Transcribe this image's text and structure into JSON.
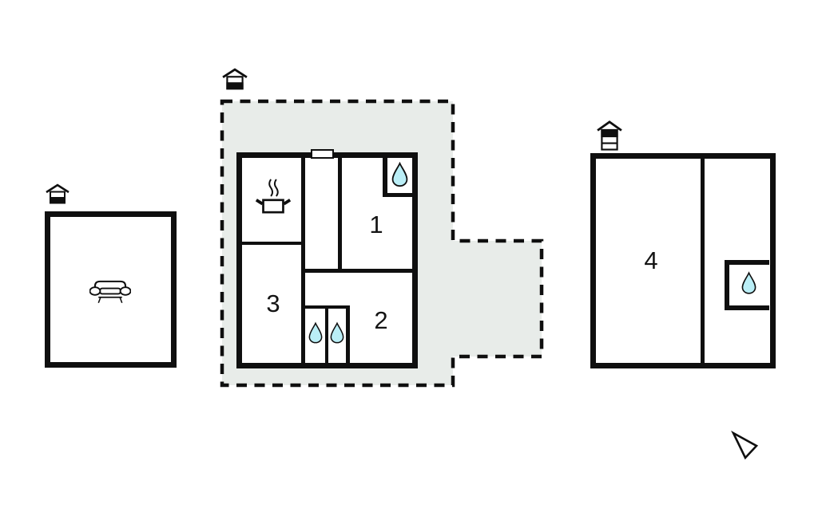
{
  "floorplan": {
    "type": "holiday-home floor plan",
    "main_building": {
      "icon": "house-icon",
      "terrace": {
        "outline": "dashed",
        "fill": "#e8ece9"
      },
      "entrance_door_marker": true,
      "rooms": [
        {
          "label": "1",
          "features": [
            "water-drop"
          ]
        },
        {
          "label": "2",
          "features": [
            "water-drop",
            "water-drop"
          ]
        },
        {
          "label": "3",
          "features": []
        },
        {
          "label": "",
          "name": "kitchen",
          "features": [
            "cooking-pot"
          ]
        }
      ]
    },
    "left_annex": {
      "icon": "house-icon",
      "rooms": [
        {
          "label": "",
          "name": "lounge",
          "features": [
            "sofa"
          ]
        }
      ]
    },
    "right_annex": {
      "icon": "house-tall-icon",
      "rooms": [
        {
          "label": "4",
          "features": []
        },
        {
          "label": "",
          "name": "side-room",
          "features": [
            "water-drop"
          ]
        }
      ]
    },
    "compass": {
      "icon": "direction-arrow"
    }
  },
  "colors": {
    "wall": "#0f0f0f",
    "terrace_fill": "#e8ece9",
    "water_drop_fill": "#baeef6",
    "background": "#ffffff"
  }
}
